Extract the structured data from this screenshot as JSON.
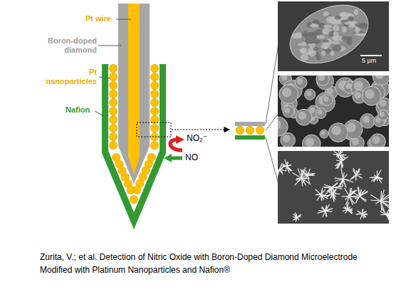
{
  "diagram": {
    "caption": "Zurita, V.; et al. Detection of Nitric Oxide with Boron-Doped Diamond Microelectrode Modified with Platinum Nanoparticles and Nafion®",
    "labels": [
      "Pt wire",
      "Boron-doped diamond",
      "Pt nanoparticles",
      "Nafion",
      "NO₂⁻",
      "NO",
      "5 µm"
    ]
  }
}
